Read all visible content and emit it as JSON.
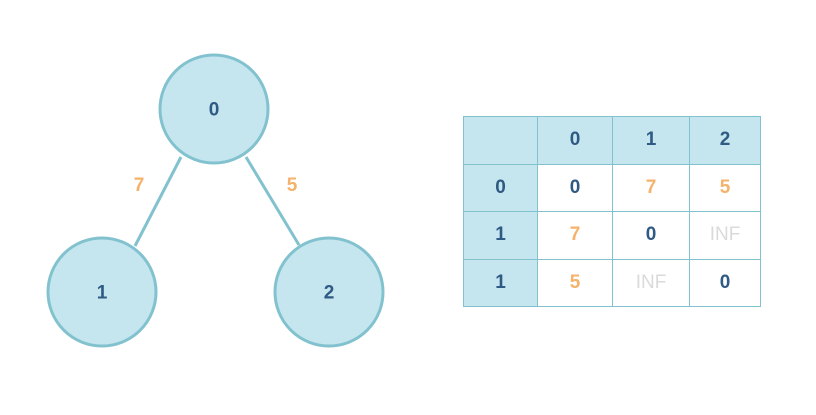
{
  "graph": {
    "nodes": [
      {
        "id": "0",
        "label": "0"
      },
      {
        "id": "1",
        "label": "1"
      },
      {
        "id": "2",
        "label": "2"
      }
    ],
    "edges": [
      {
        "from": "0",
        "to": "1",
        "weight": "7"
      },
      {
        "from": "0",
        "to": "2",
        "weight": "5"
      }
    ]
  },
  "matrix": {
    "corner": "",
    "column_headers": [
      "0",
      "1",
      "2"
    ],
    "rows": [
      {
        "header": "0",
        "cells": [
          "0",
          "7",
          "5"
        ]
      },
      {
        "header": "1",
        "cells": [
          "7",
          "0",
          "INF"
        ]
      },
      {
        "header": "1",
        "cells": [
          "5",
          "INF",
          "0"
        ]
      }
    ]
  },
  "colors": {
    "node_fill": "#c5e6ef",
    "node_stroke": "#82c2cf",
    "label_text": "#2e5a83",
    "weight_text": "#f5b26b",
    "inf_text": "#dadada"
  }
}
